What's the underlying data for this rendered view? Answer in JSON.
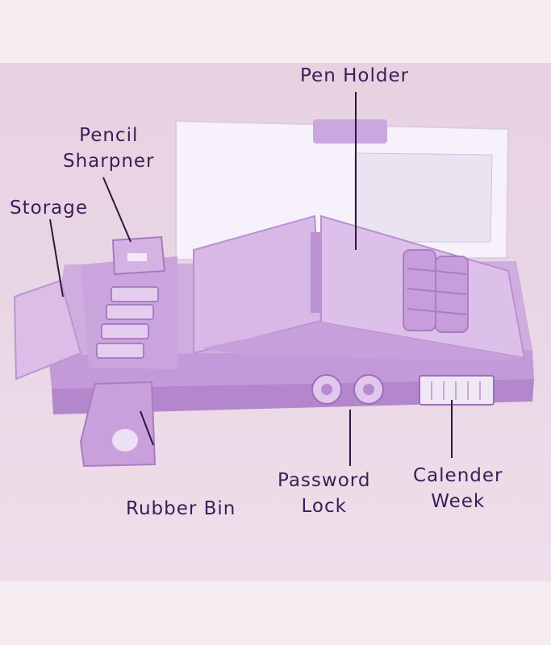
{
  "labels": {
    "pen_holder": "Pen Holder",
    "pencil_sharpner_line1": "Pencil",
    "pencil_sharpner_line2": "Sharpner",
    "storage": "Storage",
    "rubber_bin": "Rubber Bin",
    "password_lock_line1": "Password",
    "password_lock_line2": "Lock",
    "calender_week_line1": "Calender",
    "calender_week_line2": "Week"
  },
  "colors": {
    "label_text": "#3b1d57",
    "leader_line": "#2d1840",
    "case_purple": "#c9a2de",
    "case_dark": "#b588cc",
    "case_light": "#dcbfea",
    "lid_white": "#f3edf8",
    "background_top": "#e7d2e2",
    "margin": "#f4ecf1"
  }
}
